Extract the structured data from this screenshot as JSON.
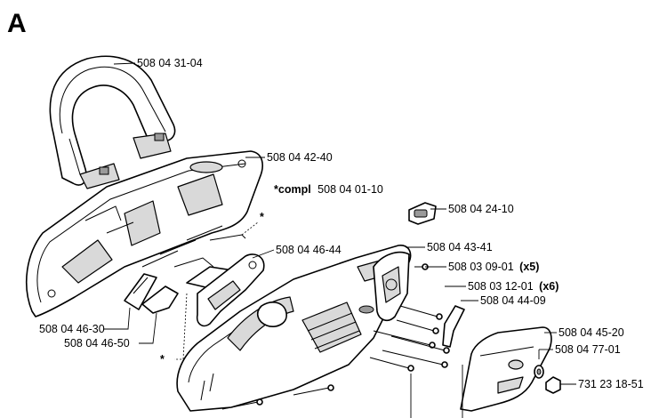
{
  "section_letter": "A",
  "assembly_label": {
    "prefix": "*compl",
    "number": "508 04 01-10"
  },
  "asterisk": "*",
  "labels": [
    {
      "id": "p1",
      "text": "508 04 31-04",
      "suffix": ""
    },
    {
      "id": "p2",
      "text": "508 04 42-40",
      "suffix": ""
    },
    {
      "id": "p3",
      "text": "508 04 24-10",
      "suffix": ""
    },
    {
      "id": "p4",
      "text": "508 04 46-44",
      "suffix": ""
    },
    {
      "id": "p5",
      "text": "508 04 43-41",
      "suffix": ""
    },
    {
      "id": "p6",
      "text": "508 03 09-01",
      "suffix": "(x5)"
    },
    {
      "id": "p7",
      "text": "508 03 12-01",
      "suffix": "(x6)"
    },
    {
      "id": "p8",
      "text": "508 04 44-09",
      "suffix": ""
    },
    {
      "id": "p9",
      "text": "508 04 45-20",
      "suffix": ""
    },
    {
      "id": "p10",
      "text": "508 04 77-01",
      "suffix": ""
    },
    {
      "id": "p11",
      "text": "731 23 18-51",
      "suffix": ""
    },
    {
      "id": "p12",
      "text": "508 04 46-30",
      "suffix": ""
    },
    {
      "id": "p13",
      "text": "508 04 46-50",
      "suffix": ""
    }
  ]
}
